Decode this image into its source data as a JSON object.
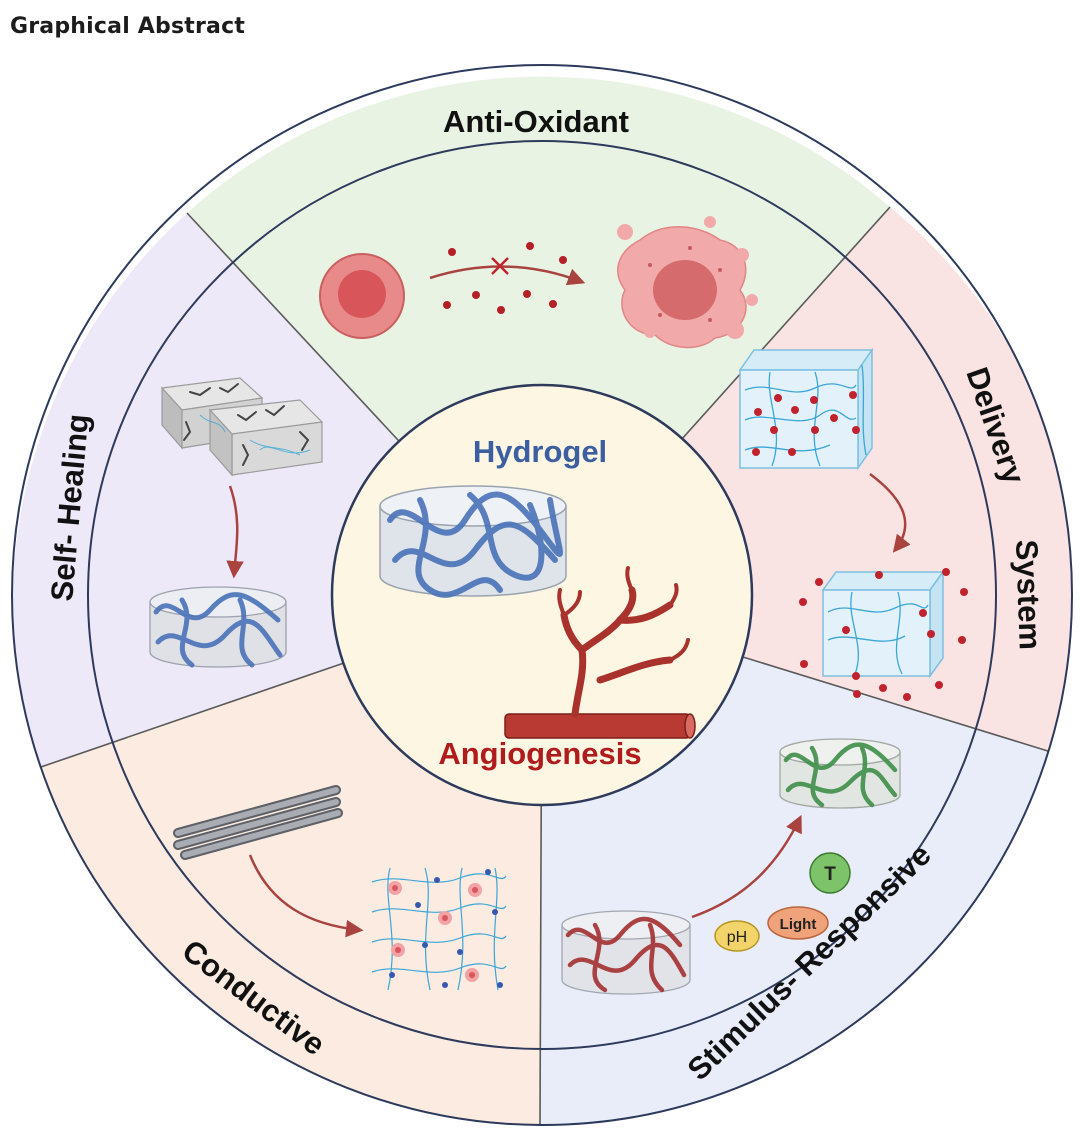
{
  "title": "Graphical Abstract",
  "center": {
    "top_label": "Hydrogel",
    "bottom_label": "Angiogenesis",
    "top_color": "#3b5fa0",
    "bottom_color": "#b01c1c",
    "fill": "#fcf6e3"
  },
  "segments": {
    "anti_oxidant": {
      "label": "Anti-Oxidant",
      "fill": "#e9f3e4"
    },
    "delivery": {
      "label_1": "Delivery",
      "label_2": "System",
      "fill": "#fae3e3"
    },
    "stimulus": {
      "label": "Stimulus- Responsive",
      "fill": "#e9edf9"
    },
    "conductive": {
      "label": "Conductive",
      "fill": "#fbebe1"
    },
    "self_healing": {
      "label": "Self- Healing",
      "fill": "#ede9f8"
    }
  },
  "stimuli": {
    "temperature": "T",
    "light": "Light",
    "ph": "pH"
  },
  "colors": {
    "ring_stroke": "#2e3a5c",
    "divider": "#555555",
    "arrow": "#a8433f",
    "network_blue": "#4a72b8",
    "network_green": "#3f8f4a",
    "network_red": "#a32f2f",
    "dot_red": "#c0232d",
    "mesh_cyan": "#3aa6d8"
  }
}
